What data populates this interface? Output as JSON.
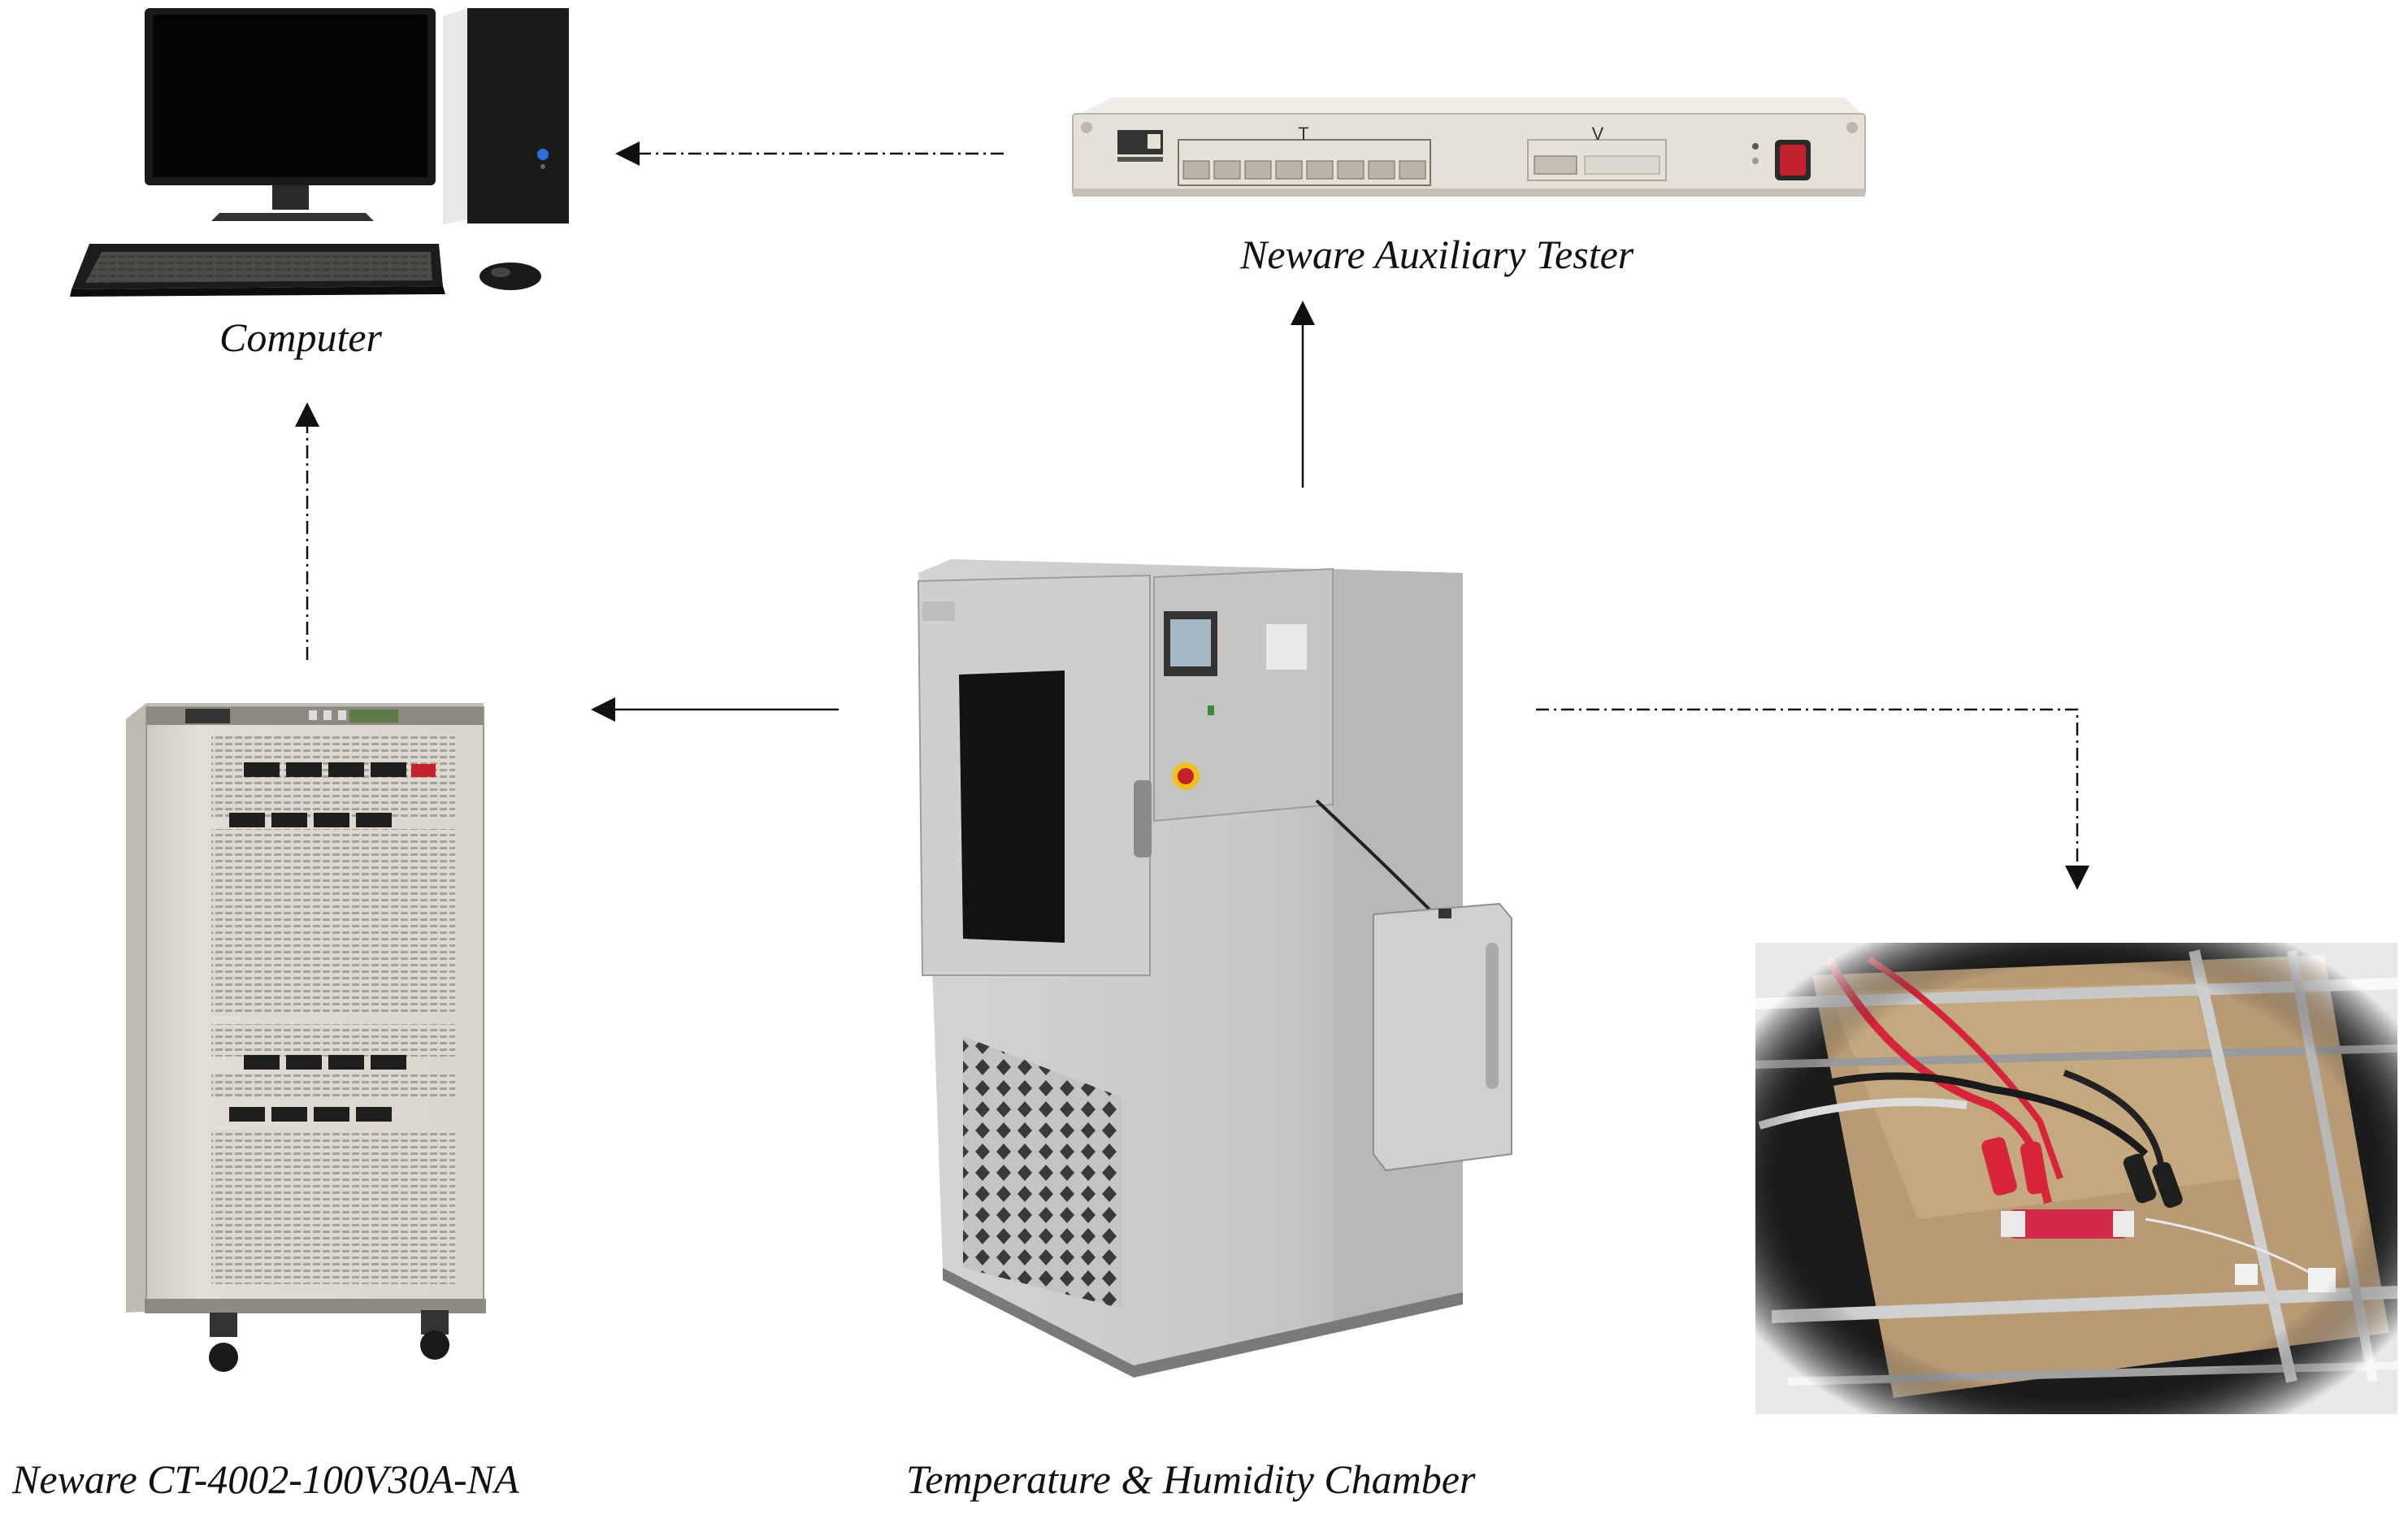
{
  "labels": {
    "computer": "Computer",
    "auxiliary_tester": "Neware Auxiliary Tester",
    "battery_cycler": "Neware CT-4002-100V30A-NA",
    "chamber": "Temperature & Humidity Chamber"
  },
  "device_text": {
    "tester_t_label": "T",
    "tester_v_label": "V"
  },
  "connections": [
    {
      "from": "auxiliary_tester",
      "to": "computer",
      "style": "dash-dot"
    },
    {
      "from": "battery_cycler",
      "to": "computer",
      "style": "dash-dot"
    },
    {
      "from": "chamber",
      "to": "auxiliary_tester",
      "style": "solid"
    },
    {
      "from": "chamber",
      "to": "battery_cycler",
      "style": "solid"
    },
    {
      "from": "chamber",
      "to": "battery_cell_setup",
      "style": "dash-dot"
    }
  ],
  "colors": {
    "arrow": "#111111",
    "device_beige": "#e6e1d6",
    "chamber_grey": "#c9c9c7",
    "cable_red": "#d8243a"
  }
}
